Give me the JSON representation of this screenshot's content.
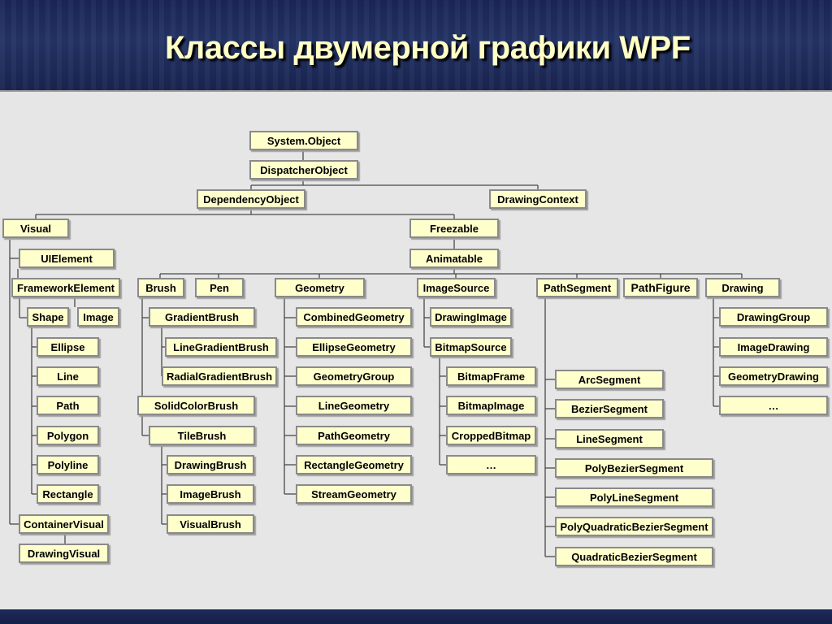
{
  "title": "Классы двумерной графики WPF",
  "nodes": {
    "system_object": "System.Object",
    "dispatcher_object": "DispatcherObject",
    "dependency_object": "DependencyObject",
    "drawing_context": "DrawingContext",
    "visual": "Visual",
    "freezable": "Freezable",
    "ui_element": "UIElement",
    "animatable": "Animatable",
    "framework_element": "FrameworkElement",
    "shape": "Shape",
    "image": "Image",
    "ellipse": "Ellipse",
    "line": "Line",
    "path": "Path",
    "polygon": "Polygon",
    "polyline": "Polyline",
    "rectangle": "Rectangle",
    "container_visual": "ContainerVisual",
    "drawing_visual": "DrawingVisual",
    "brush": "Brush",
    "pen": "Pen",
    "gradient_brush": "GradientBrush",
    "line_gradient_brush": "LineGradientBrush",
    "radial_gradient_brush": "RadialGradientBrush",
    "solid_color_brush": "SolidColorBrush",
    "tile_brush": "TileBrush",
    "drawing_brush": "DrawingBrush",
    "image_brush": "ImageBrush",
    "visual_brush": "VisualBrush",
    "geometry": "Geometry",
    "combined_geometry": "CombinedGeometry",
    "ellipse_geometry": "EllipseGeometry",
    "geometry_group": "GeometryGroup",
    "line_geometry": "LineGeometry",
    "path_geometry": "PathGeometry",
    "rectangle_geometry": "RectangleGeometry",
    "stream_geometry": "StreamGeometry",
    "image_source": "ImageSource",
    "drawing_image": "DrawingImage",
    "bitmap_source": "BitmapSource",
    "bitmap_frame": "BitmapFrame",
    "bitmap_image": "BitmapImage",
    "cropped_bitmap": "CroppedBitmap",
    "bitmap_more": "…",
    "path_segment": "PathSegment",
    "path_figure": "PathFigure",
    "arc_segment": "ArcSegment",
    "bezier_segment": "BezierSegment",
    "line_segment": "LineSegment",
    "poly_bezier_segment": "PolyBezierSegment",
    "poly_line_segment": "PolyLineSegment",
    "poly_quadratic_bezier_segment": "PolyQuadraticBezierSegment",
    "quadratic_bezier_segment": "QuadraticBezierSegment",
    "drawing": "Drawing",
    "drawing_group": "DrawingGroup",
    "image_drawing": "ImageDrawing",
    "geometry_drawing": "GeometryDrawing",
    "drawing_more": "…"
  }
}
